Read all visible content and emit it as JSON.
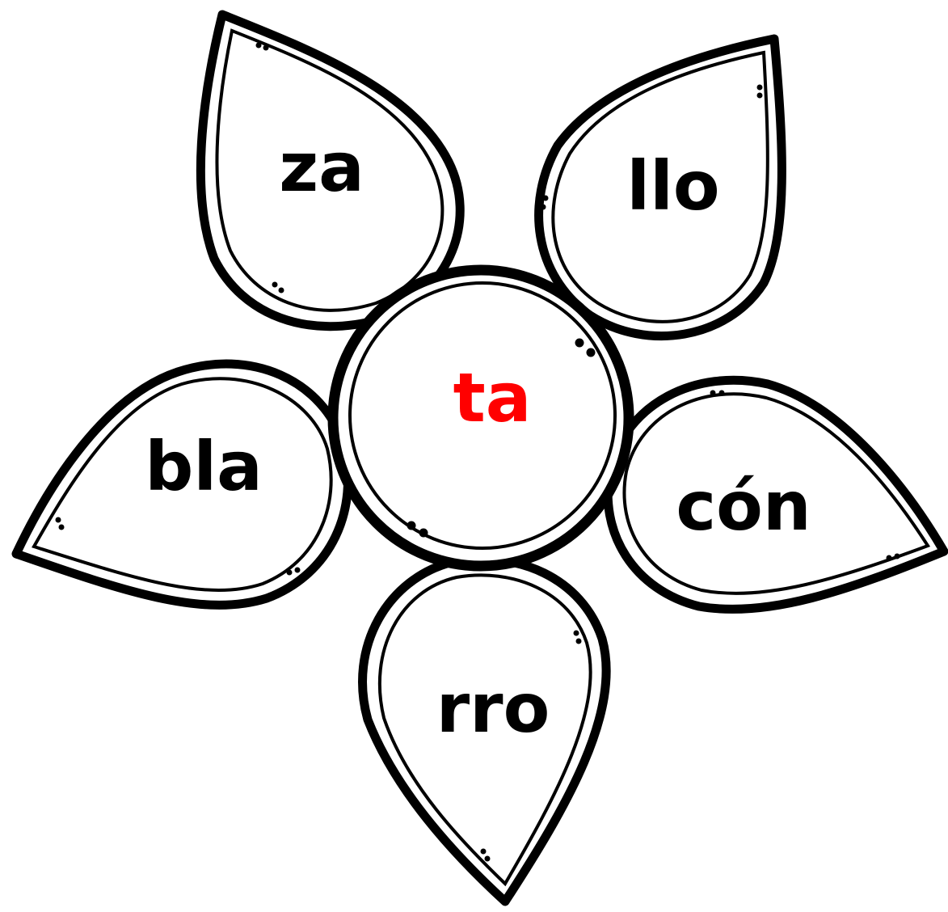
{
  "center": {
    "syllable": "ta",
    "color": "#ff0000"
  },
  "petals": [
    {
      "id": "top-left",
      "syllable": "za"
    },
    {
      "id": "top-right",
      "syllable": "llo"
    },
    {
      "id": "left",
      "syllable": "bla"
    },
    {
      "id": "right",
      "syllable": "cón"
    },
    {
      "id": "bottom",
      "syllable": "rro"
    }
  ],
  "colors": {
    "outline": "#000000",
    "fill": "#ffffff",
    "center_text": "#ff0000",
    "petal_text": "#000000"
  }
}
